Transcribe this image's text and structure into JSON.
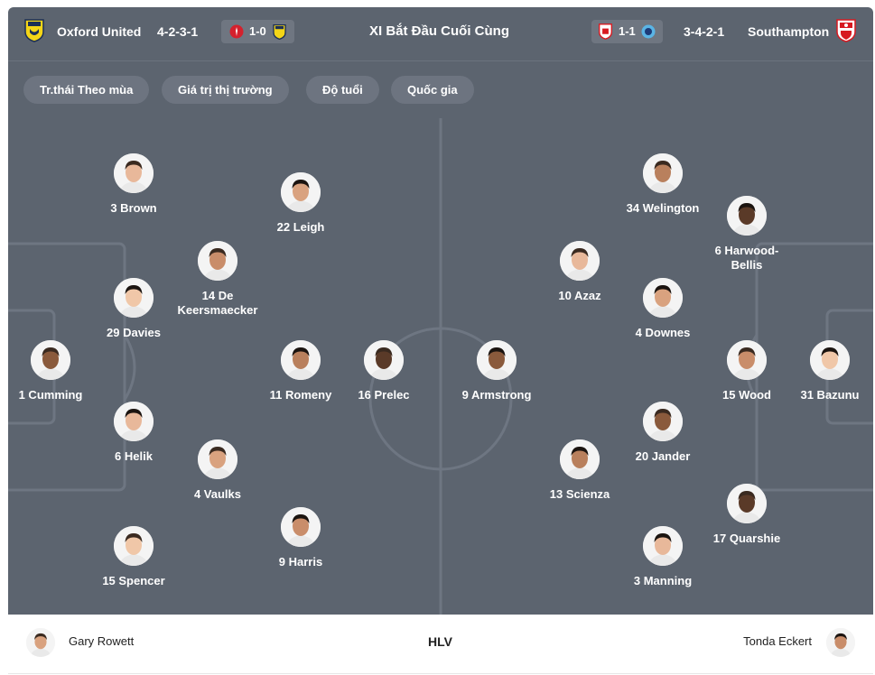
{
  "header": {
    "home_team": "Oxford United",
    "home_formation": "4-2-3-1",
    "home_last_score": "1-0",
    "title": "XI Bắt Đầu Cuối Cùng",
    "away_last_score": "1-1",
    "away_formation": "3-4-2-1",
    "away_team": "Southampton"
  },
  "filters": [
    "Tr.thái Theo mùa",
    "Giá trị thị trường",
    "Độ tuổi",
    "Quốc gia"
  ],
  "home_players": [
    {
      "label": "3 Brown"
    },
    {
      "label": "22 Leigh"
    },
    {
      "label": "14 De Keersmaecker"
    },
    {
      "label": "29 Davies"
    },
    {
      "label": "1 Cumming"
    },
    {
      "label": "11 Romeny"
    },
    {
      "label": "16 Prelec"
    },
    {
      "label": "6 Helik"
    },
    {
      "label": "4 Vaulks"
    },
    {
      "label": "9 Harris"
    },
    {
      "label": "15 Spencer"
    }
  ],
  "away_players": [
    {
      "label": "9 Armstrong"
    },
    {
      "label": "34 Welington"
    },
    {
      "label": "6 Harwood-Bellis"
    },
    {
      "label": "10 Azaz"
    },
    {
      "label": "4 Downes"
    },
    {
      "label": "15 Wood"
    },
    {
      "label": "31 Bazunu"
    },
    {
      "label": "20 Jander"
    },
    {
      "label": "13 Scienza"
    },
    {
      "label": "17 Quarshie"
    },
    {
      "label": "3 Manning"
    }
  ],
  "coaches": {
    "label": "HLV",
    "home": "Gary Rowett",
    "away": "Tonda Eckert"
  },
  "colors": {
    "pitch": "#5c646f",
    "lines": "#6e7682",
    "oxford_yellow": "#f4d517",
    "oxford_navy": "#1c2f55",
    "southampton_red": "#d71920",
    "coventry_blue": "#5ab4e5",
    "charlton_red": "#d4212d"
  }
}
